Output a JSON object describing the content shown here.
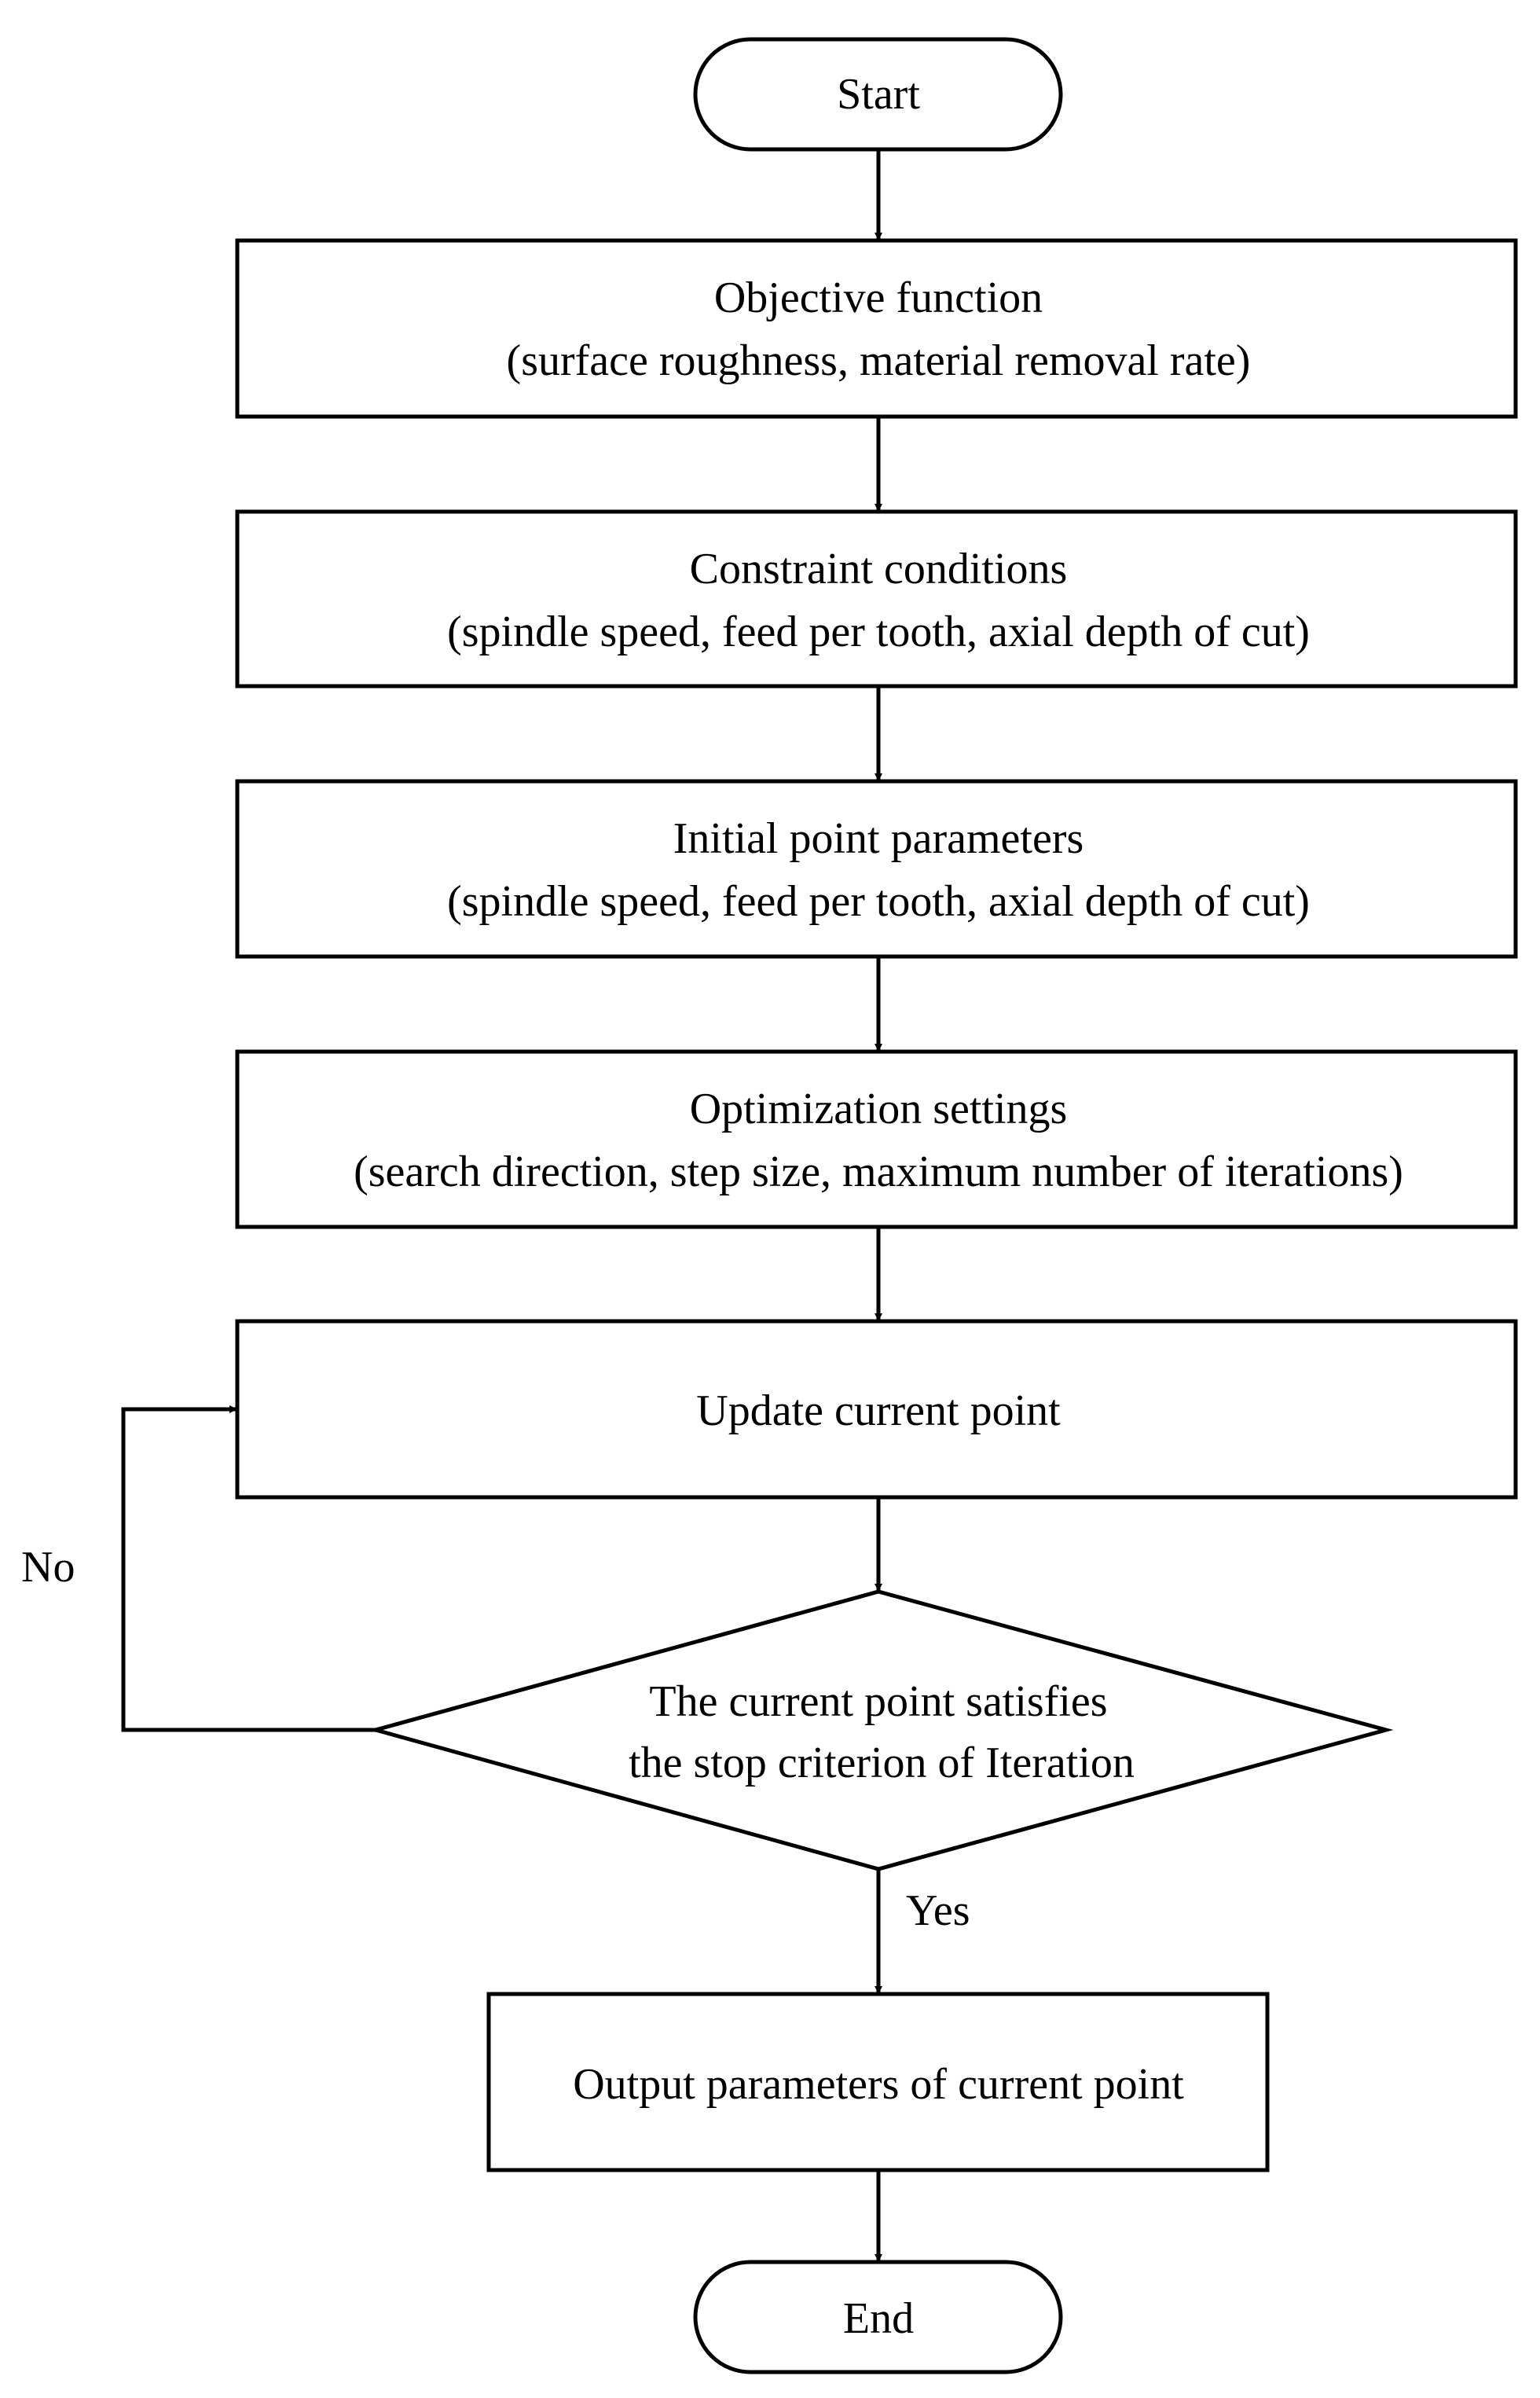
{
  "nodes": {
    "start": {
      "text": "Start"
    },
    "objective": {
      "line1": "Objective function",
      "line2": "(surface roughness, material removal rate)"
    },
    "constraints": {
      "line1": "Constraint conditions",
      "line2": "(spindle speed, feed per tooth, axial depth of cut)"
    },
    "initial": {
      "line1": "Initial point parameters",
      "line2": "(spindle speed, feed per tooth, axial depth of cut)"
    },
    "optimization": {
      "line1": "Optimization settings",
      "line2": "(search direction, step size, maximum number of iterations)"
    },
    "update": {
      "text": "Update current point"
    },
    "decision": {
      "line1": "The current point satisfies",
      "line2": "the stop criterion of Iteration"
    },
    "output": {
      "text": "Output parameters of current point"
    },
    "end": {
      "text": "End"
    }
  },
  "edges": {
    "no_label": "No",
    "yes_label": "Yes"
  }
}
